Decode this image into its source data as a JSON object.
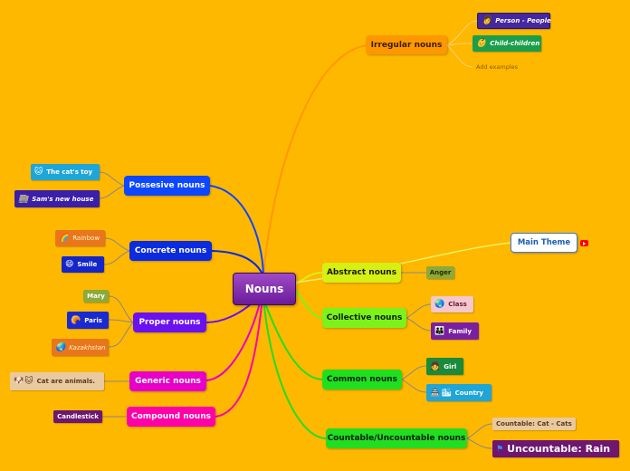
{
  "root": {
    "label": "Nouns"
  },
  "main_theme": {
    "label": "Main Theme",
    "link_icon": "youtube-icon"
  },
  "branches": {
    "irregular": {
      "label": "Irregular nouns",
      "children": [
        {
          "label": "Person - People",
          "icon": "person-icon"
        },
        {
          "label": "Child-children",
          "icon": "child-face-icon"
        },
        {
          "label": "Add examples"
        }
      ]
    },
    "possessive": {
      "label": "Possesive nouns",
      "children": [
        {
          "label": "The cat's toy",
          "icon": "cat-face-icon"
        },
        {
          "label": "Sam's new house",
          "icon": "building-icon"
        }
      ]
    },
    "concrete": {
      "label": "Concrete nouns",
      "children": [
        {
          "label": "Rainbow",
          "icon": "rainbow-icon"
        },
        {
          "label": "Smile",
          "icon": "grinning-face-icon"
        }
      ]
    },
    "proper": {
      "label": "Proper nouns",
      "children": [
        {
          "label": "Mary"
        },
        {
          "label": "Paris",
          "icon": "croissant-icon"
        },
        {
          "label": "Kazakhstan",
          "icon": "globe-icon"
        }
      ]
    },
    "generic": {
      "label": "Generic nouns",
      "children": [
        {
          "label": "Cat are animals.",
          "icons": [
            "dog-face-icon",
            "cat-face-icon"
          ]
        }
      ]
    },
    "compound": {
      "label": "Compound nouns",
      "children": [
        {
          "label": "Candlestick"
        }
      ]
    },
    "abstract": {
      "label": "Abstract nouns",
      "children": [
        {
          "label": "Anger"
        }
      ]
    },
    "collective": {
      "label": "Collective nouns",
      "children": [
        {
          "label": "Class",
          "icon": "globe-icon"
        },
        {
          "label": "Family",
          "icon": "family-icon"
        }
      ]
    },
    "common": {
      "label": "Common nouns",
      "children": [
        {
          "label": "Girl",
          "icon": "girl-icon"
        },
        {
          "label": "Country",
          "icons": [
            "house-icon",
            "city-icon"
          ]
        }
      ]
    },
    "countable": {
      "label": "Countable/Uncountable nouns",
      "children": [
        {
          "label": "Countable: Cat - Cats"
        },
        {
          "label": "Uncountable: Rain",
          "icon": "flag-icon"
        }
      ]
    }
  },
  "colors": {
    "background": "#FFB800",
    "root": "#7B1FA2",
    "irregular": "#FF9800",
    "possessive": "#0D47FF",
    "concrete": "#0A2BE0",
    "proper": "#6A11F0",
    "generic": "#E600C8",
    "compound": "#FF00A8",
    "abstract": "#D6F013",
    "collective": "#7CF21A",
    "common": "#1FE01F",
    "countable": "#22DD22"
  }
}
